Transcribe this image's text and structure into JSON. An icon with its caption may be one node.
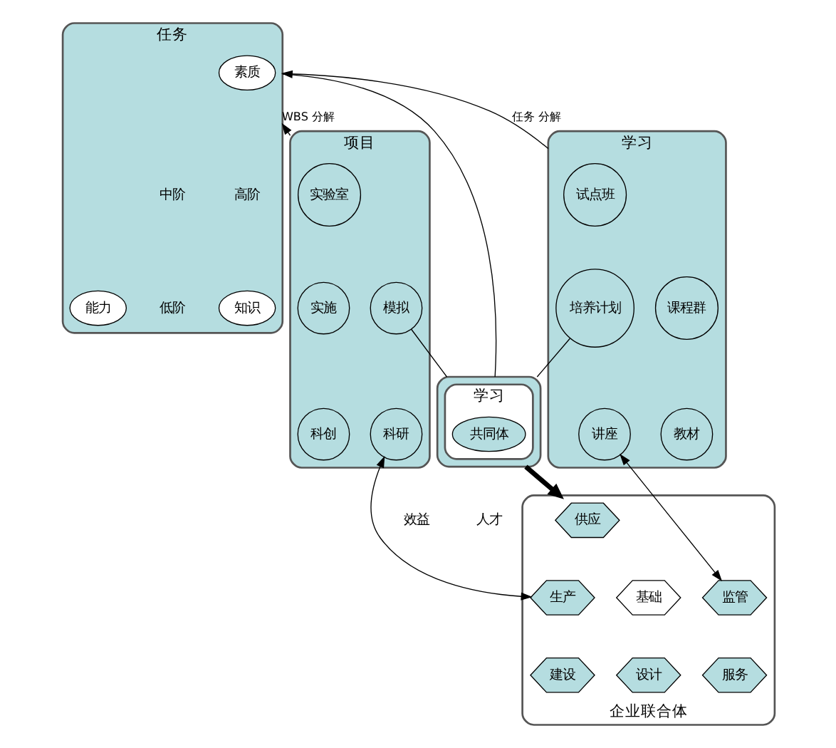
{
  "diagram": {
    "nodes": [
      {
        "text": [
          "任务"
        ]
      },
      {
        "text": [
          "素质"
        ],
        "in": 0
      },
      {
        "text": [
          "中阶"
        ],
        "in": 0
      },
      {
        "text": [
          "高阶"
        ],
        "in": 0
      },
      {
        "text": [
          "能力"
        ],
        "in": 0
      },
      {
        "text": [
          "知识"
        ],
        "in": 0
      },
      {
        "text": [
          "低阶"
        ],
        "in": 0
      },
      {
        "text": [],
        "shape": "ellipse"
      },
      {
        "text": [
          "学习"
        ],
        "in": 7
      },
      {
        "text": [
          "共同体"
        ],
        "in": 8
      },
      {
        "text": [
          "项目"
        ]
      },
      {
        "text": [
          "实验室"
        ],
        "in": 10
      },
      {
        "text": [
          "实施"
        ],
        "in": 10
      },
      {
        "text": [
          "模拟"
        ],
        "in": 10
      },
      {
        "text": [
          "科创"
        ],
        "in": 10
      },
      {
        "text": [
          "科研"
        ],
        "in": 10
      },
      {
        "text": [
          "学习"
        ]
      },
      {
        "text": [
          "试点班"
        ],
        "in": 16
      },
      {
        "text": [
          "培养计划"
        ],
        "in": 16
      },
      {
        "text": [
          "课程群"
        ],
        "in": 16
      },
      {
        "text": [
          "讲座"
        ],
        "in": 16
      },
      {
        "text": [
          "教材"
        ],
        "in": 16
      },
      {
        "text": [
          "企业联合体"
        ]
      },
      {
        "text": [
          "供应"
        ],
        "in": 22
      },
      {
        "text": [
          "生产"
        ],
        "in": 22
      },
      {
        "text": [
          "监管"
        ],
        "in": 22
      },
      {
        "text": [
          "基础"
        ],
        "in": 22
      },
      {
        "text": [
          "建设"
        ],
        "in": 22
      },
      {
        "text": [
          "服务"
        ],
        "in": 22
      },
      {
        "text": [
          "设计"
        ],
        "in": 22
      }
    ],
    "edges": [
      {
        "from": 10,
        "to": 0,
        "arrow": "to",
        "label": "WBS 分解"
      },
      {
        "from": 16,
        "to": 0,
        "arrow": "to",
        "label": "任务 分解"
      },
      {
        "from": 0,
        "to": 7,
        "arrow": "none"
      },
      {
        "from": 13,
        "to": 7,
        "arrow": "none"
      },
      {
        "from": 18,
        "to": 7,
        "arrow": "none"
      },
      {
        "from": 7,
        "to": 22,
        "arrow": "to",
        "style": "thick"
      },
      {
        "from": 15,
        "to": 24,
        "arrow": "both"
      },
      {
        "from": 20,
        "to": 25,
        "arrow": "both"
      }
    ],
    "labels": [
      "效益",
      "人才"
    ]
  }
}
